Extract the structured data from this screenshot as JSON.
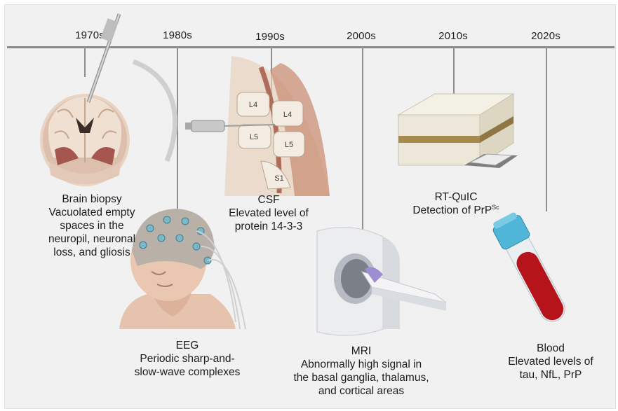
{
  "timeline": {
    "decades": [
      "1970s",
      "1980s",
      "1990s",
      "2000s",
      "2010s",
      "2020s"
    ]
  },
  "items": {
    "biopsy": {
      "lines": [
        "Brain biopsy",
        "Vacuolated empty",
        "spaces in the",
        "neuropil, neuronal",
        "loss, and gliosis"
      ]
    },
    "eeg": {
      "lines": [
        "EEG",
        "Periodic sharp-and-",
        "slow-wave complexes"
      ]
    },
    "csf": {
      "lines": [
        "CSF",
        "Elevated level of",
        "protein 14-3-3"
      ],
      "vertebra_labels": [
        "L4",
        "L4",
        "L5",
        "L5",
        "S1"
      ]
    },
    "mri": {
      "lines": [
        "MRI",
        "Abnormally high signal in",
        "the basal ganglia, thalamus,",
        "and cortical areas"
      ]
    },
    "rtquic": {
      "lines": [
        "RT-QuIC"
      ],
      "detection_prefix": "Detection of PrP",
      "detection_sup": "Sc"
    },
    "blood": {
      "lines": [
        "Blood",
        "Elevated levels of",
        "tau, NfL, PrP"
      ]
    }
  },
  "colors": {
    "panel": "#f1f1f1",
    "timeline": "#8a8a8a",
    "tube_cap": "#4fb6d8",
    "blood": "#b5141b"
  }
}
